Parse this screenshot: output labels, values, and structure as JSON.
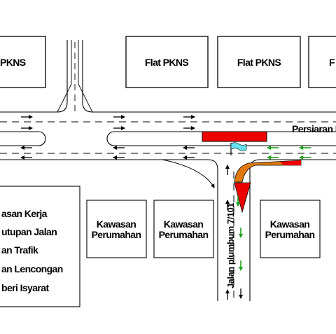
{
  "buildings": {
    "flat_1": "PKNS",
    "flat_2": "Flat PKNS",
    "flat_3": "Flat PKNS",
    "flat_4": "F"
  },
  "housing": {
    "area_1_line1": "Kawasan",
    "area_1_line2": "Perumahan",
    "area_2_line1": "Kawasan",
    "area_2_line2": "Perumahan",
    "area_3_line1": "Kawasan",
    "area_3_line2": "Perumahan"
  },
  "roads": {
    "main_road": "Persiaran I",
    "side_road": "Jalan plumbum 7/101"
  },
  "legend": {
    "items": [
      "asan Kerja",
      "utupan Jalan",
      "an Trafik",
      "an Lencongan",
      "beri Isyarat"
    ]
  },
  "colors": {
    "closure_red": "#ee0000",
    "work_orange": "#e07a10",
    "diversion_green": "#1aa01a",
    "flag_cyan": "#66e0ee",
    "traffic_black": "#000000"
  }
}
